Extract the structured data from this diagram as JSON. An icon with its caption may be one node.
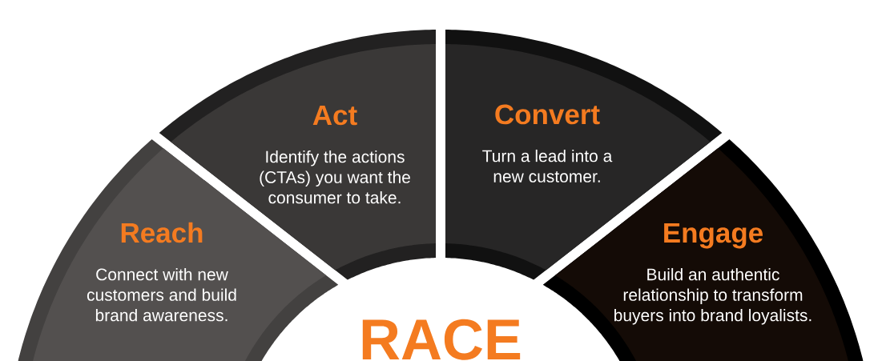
{
  "diagram": {
    "title": "RACE",
    "nodes": [
      {
        "text": [
          "Reach",
          "Connect with new customers and build brand awareness."
        ]
      },
      {
        "text": [
          "Act",
          "Identify the actions (CTAs) you want the consumer to take."
        ]
      },
      {
        "text": [
          "Convert",
          "Turn a lead into a new customer."
        ]
      },
      {
        "text": [
          "Engage",
          "Build an authentic relationship to transform buyers into brand loyalists."
        ]
      }
    ]
  }
}
